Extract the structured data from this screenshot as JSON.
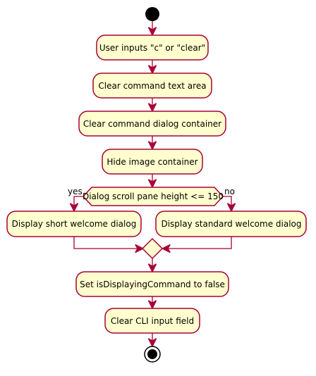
{
  "diagram": {
    "colors": {
      "node_fill": "#FEFECE",
      "node_stroke": "#A80036",
      "edge": "#A80036",
      "start_end": "#000000"
    },
    "activities": {
      "user_inputs": "User inputs \"c\" or \"clear\"",
      "clear_text_area": "Clear command text area",
      "clear_dialog_container": "Clear command dialog container",
      "hide_image": "Hide image container",
      "short_welcome": "Display short welcome dialog",
      "standard_welcome": "Display standard welcome dialog",
      "set_flag": "Set isDisplayingCommand to false",
      "clear_cli": "Clear CLI input field"
    },
    "decision": {
      "condition": "Dialog scroll pane height <= 150",
      "yes_label": "yes",
      "no_label": "no"
    }
  }
}
